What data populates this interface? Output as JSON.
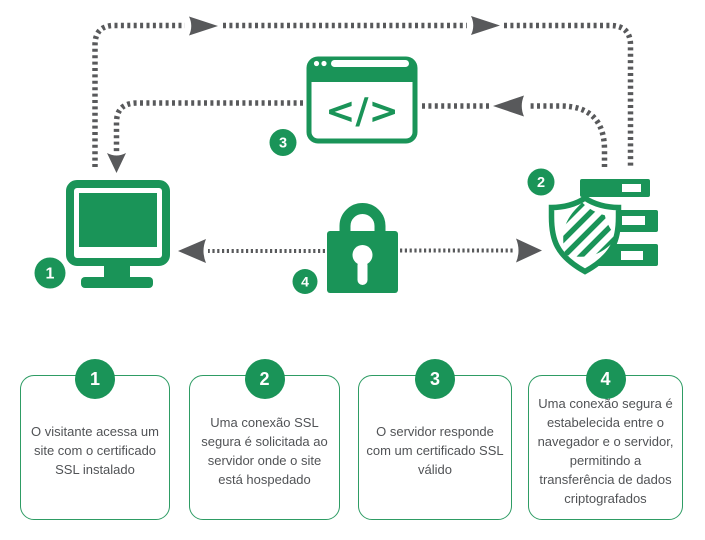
{
  "colors": {
    "brand_green": "#1a9458",
    "card_border_green": "#2e9c64",
    "arrow_gray": "#58595b",
    "text_gray": "#515356"
  },
  "diagram": {
    "badges": {
      "computer": "1",
      "server": "2",
      "browser": "3",
      "lock": "4"
    },
    "code_glyph": "</>"
  },
  "steps": [
    {
      "number": "1",
      "text": "O visitante acessa um site com o certificado SSL instalado"
    },
    {
      "number": "2",
      "text": "Uma conexão SSL segura é solicitada ao servidor onde o site está hospedado"
    },
    {
      "number": "3",
      "text": "O servidor responde com um certificado SSL válido"
    },
    {
      "number": "4",
      "text": "Uma conexão segura é estabelecida entre o navegador e o servidor, permitindo a transferência de dados criptografados"
    }
  ]
}
